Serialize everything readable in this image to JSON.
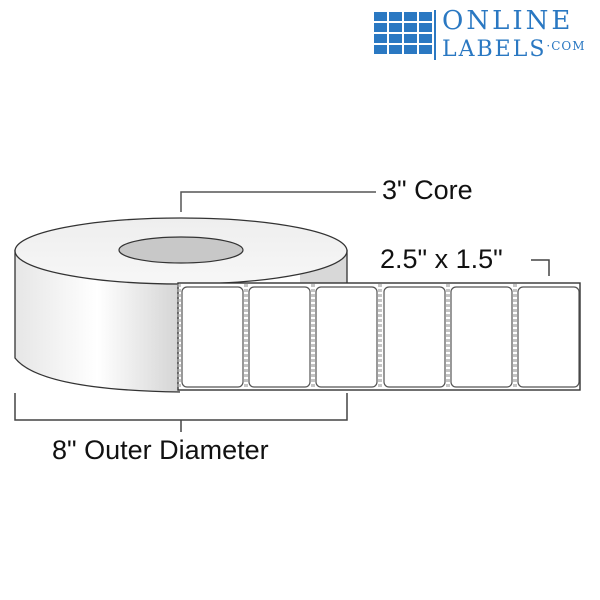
{
  "brand": {
    "name_top": "ONLINE",
    "name_bottom": "LABELS",
    "suffix": "·COM",
    "color": "#2a78c2"
  },
  "diagram": {
    "type": "label-roll",
    "labels": {
      "core": "3\" Core",
      "label_size": "2.5\" x 1.5\"",
      "outer_diameter": "8\" Outer Diameter"
    },
    "label_count_visible": 6,
    "colors": {
      "outline": "#333333",
      "roll_face": "#ececec",
      "core_fill": "#c8c8c8",
      "label_fill": "#ffffff",
      "dimension_line": "#444444"
    }
  }
}
